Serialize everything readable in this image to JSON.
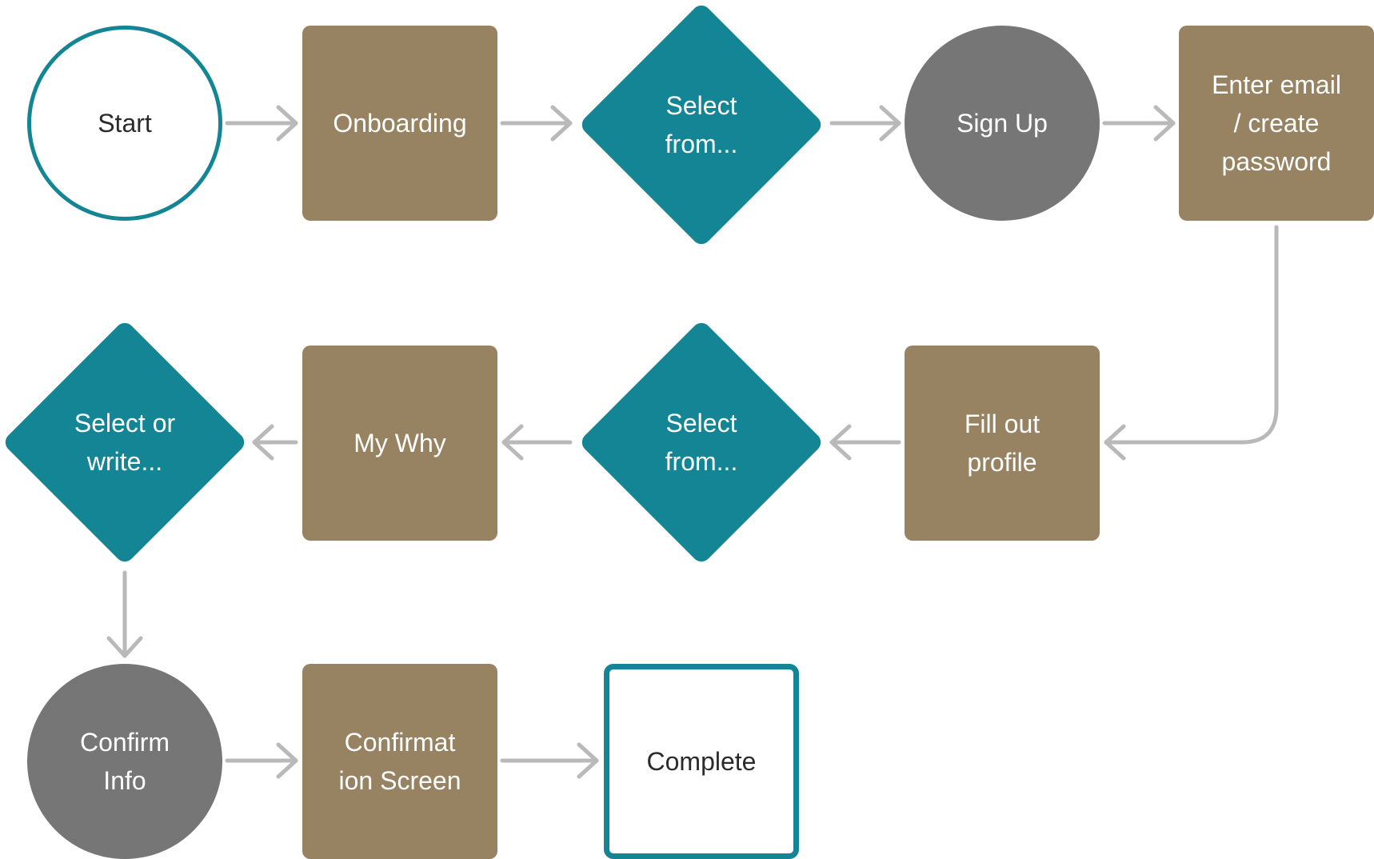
{
  "colors": {
    "teal": "#148594",
    "tan": "#978262",
    "gray": "#767676",
    "connector": "#b9b9b9",
    "background": "#ffffff"
  },
  "nodes": [
    {
      "id": "start",
      "label": "Start",
      "shape": "circle-outline"
    },
    {
      "id": "onboarding",
      "label": "Onboarding",
      "shape": "box"
    },
    {
      "id": "select-from-1",
      "label": "Select\n  from...",
      "shape": "diamond"
    },
    {
      "id": "sign-up",
      "label": "Sign Up",
      "shape": "circle"
    },
    {
      "id": "enter-email",
      "label": "Enter email\n/ create\npassword",
      "shape": "box"
    },
    {
      "id": "fill-out-profile",
      "label": "Fill out\nprofile",
      "shape": "box"
    },
    {
      "id": "select-from-2",
      "label": "Select\n  from...",
      "shape": "diamond"
    },
    {
      "id": "my-why",
      "label": "My Why",
      "shape": "box"
    },
    {
      "id": "select-or-write",
      "label": "Select or\n  write...",
      "shape": "diamond"
    },
    {
      "id": "confirm-info",
      "label": "Confirm\nInfo",
      "shape": "circle"
    },
    {
      "id": "confirmation-screen",
      "label": "Confirmat\nion Screen",
      "shape": "box"
    },
    {
      "id": "complete",
      "label": "Complete",
      "shape": "box-outline"
    }
  ],
  "edges": [
    {
      "from": "start",
      "to": "onboarding"
    },
    {
      "from": "onboarding",
      "to": "select-from-1"
    },
    {
      "from": "select-from-1",
      "to": "sign-up"
    },
    {
      "from": "sign-up",
      "to": "enter-email"
    },
    {
      "from": "enter-email",
      "to": "fill-out-profile"
    },
    {
      "from": "fill-out-profile",
      "to": "select-from-2"
    },
    {
      "from": "select-from-2",
      "to": "my-why"
    },
    {
      "from": "my-why",
      "to": "select-or-write"
    },
    {
      "from": "select-or-write",
      "to": "confirm-info"
    },
    {
      "from": "confirm-info",
      "to": "confirmation-screen"
    },
    {
      "from": "confirmation-screen",
      "to": "complete"
    }
  ]
}
